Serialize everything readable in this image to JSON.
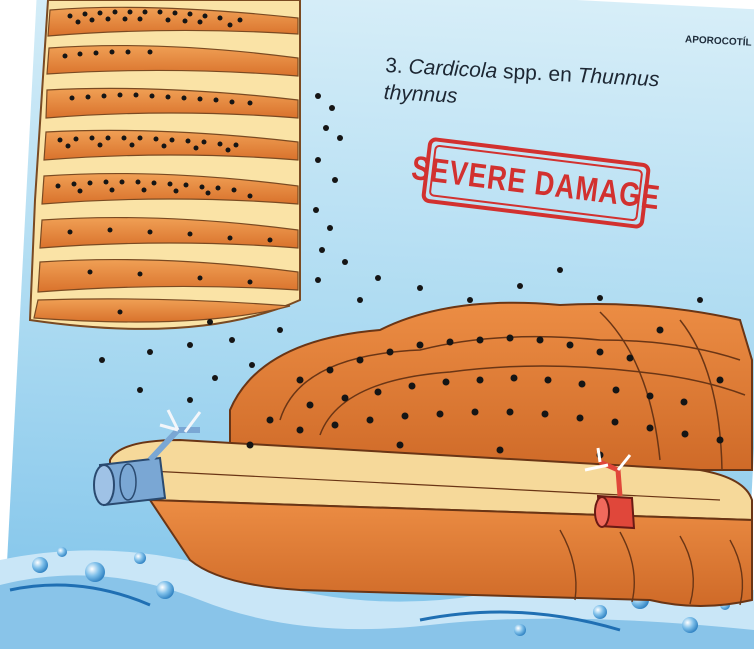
{
  "slide": {
    "header_tag": "APOROCOTÍL",
    "title": {
      "number": "3.",
      "genus": "Cardicola",
      "middle": " spp. en ",
      "host_line1": "Thunnus",
      "host_line2": "thynnus"
    },
    "stamp_label": "SEVERE DAMAGE"
  },
  "colors": {
    "sky_top": "#cfe9f6",
    "sky_bottom": "#8fcbed",
    "lamella_orange": "#e8873e",
    "lamella_cream": "#fae3a6",
    "parasite_egg": "#151515",
    "stamp_red": "#d2312f",
    "vessel_blue": "#6f9fcf",
    "vessel_red": "#e0473a",
    "water": "#4a9fd6"
  },
  "icons": {
    "stamp": "severe-damage-stamp",
    "afferent_vessel": "blue-vessel-icon",
    "efferent_vessel": "red-vessel-icon"
  }
}
